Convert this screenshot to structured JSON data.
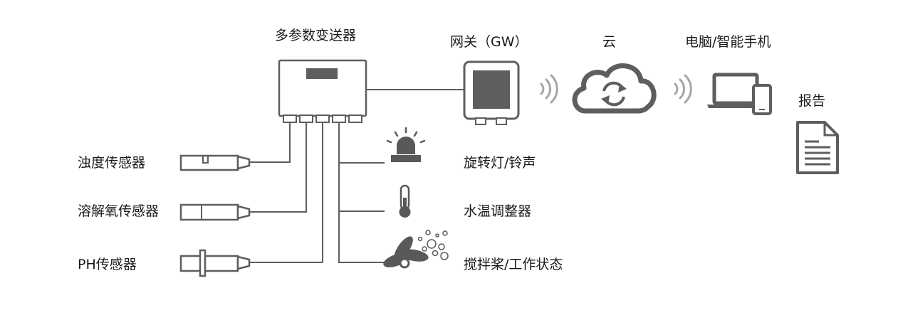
{
  "labels": {
    "transmitter": "多参数变送器",
    "gateway": "网关（GW）",
    "cloud": "云",
    "devices": "电脑/智能手机",
    "report": "报告",
    "turbidity": "浊度传感器",
    "dissolved_oxygen": "溶解氧传感器",
    "ph": "PH传感器",
    "beacon": "旋转灯/铃声",
    "heater": "水温调整器",
    "stirrer": "搅拌桨/工作状态"
  },
  "colors": {
    "line": "#5e5e5e",
    "icon": "#595959",
    "light": "#a6a6a6"
  }
}
